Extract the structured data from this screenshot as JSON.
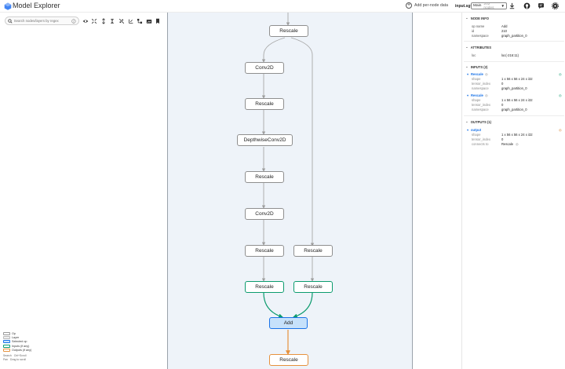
{
  "header": {
    "title": "Model Explorer",
    "add_data_label": "Add per-node data",
    "file_name": "input.sgf",
    "graph_select": {
      "value": "Main",
      "count": "202 nodes"
    }
  },
  "search": {
    "placeholder": "Search nodes/layers by regex"
  },
  "graph": {
    "nodes": [
      {
        "id": "rescale_top",
        "label": "Rescale",
        "kind": "op"
      },
      {
        "id": "conv2d_1",
        "label": "Conv2D",
        "kind": "op"
      },
      {
        "id": "rescale_2",
        "label": "Rescale",
        "kind": "op"
      },
      {
        "id": "depthwise",
        "label": "DepthwiseConv2D",
        "kind": "op"
      },
      {
        "id": "rescale_3",
        "label": "Rescale",
        "kind": "op"
      },
      {
        "id": "conv2d_2",
        "label": "Conv2D",
        "kind": "op"
      },
      {
        "id": "rescale_4l",
        "label": "Rescale",
        "kind": "op"
      },
      {
        "id": "rescale_4r",
        "label": "Rescale",
        "kind": "op"
      },
      {
        "id": "rescale_in_l",
        "label": "Rescale",
        "kind": "input"
      },
      {
        "id": "rescale_in_r",
        "label": "Rescale",
        "kind": "input"
      },
      {
        "id": "add",
        "label": "Add",
        "kind": "selected"
      },
      {
        "id": "rescale_out",
        "label": "Rescale",
        "kind": "output"
      }
    ]
  },
  "legend": {
    "items": [
      "Op",
      "Layer",
      "Selected op",
      "Inputs (if any)",
      "Outputs (if any)"
    ],
    "hints": [
      {
        "key": "Search",
        "desc": "Ctrl+Scroll"
      },
      {
        "key": "Pan",
        "desc": "Drag to scroll"
      }
    ]
  },
  "panel": {
    "node_info": {
      "title": "NODE INFO",
      "rows": [
        {
          "key": "op name",
          "value": "Add"
        },
        {
          "key": "id",
          "value": "210"
        },
        {
          "key": "namespace",
          "value": "graph_partition_0"
        }
      ]
    },
    "attributes": {
      "title": "ATTRIBUTES",
      "rows": [
        {
          "key": "loc",
          "value": "loc(-216:11)"
        }
      ]
    },
    "inputs": {
      "title": "INPUTS (2)",
      "items": [
        {
          "name": "Rescale",
          "rows": [
            {
              "key": "shape",
              "value": "1 x 56 x 56 x 24 x i32"
            },
            {
              "key": "tensor_index",
              "value": "0"
            },
            {
              "key": "namespace",
              "value": "graph_partition_0"
            }
          ]
        },
        {
          "name": "Rescale",
          "rows": [
            {
              "key": "shape",
              "value": "1 x 56 x 56 x 24 x i32"
            },
            {
              "key": "tensor_index",
              "value": "0"
            },
            {
              "key": "namespace",
              "value": "graph_partition_0"
            }
          ]
        }
      ]
    },
    "outputs": {
      "title": "OUTPUTS (1)",
      "items": [
        {
          "name": "output",
          "rows": [
            {
              "key": "shape",
              "value": "1 x 56 x 56 x 24 x i32"
            },
            {
              "key": "tensor_index",
              "value": "0"
            },
            {
              "key": "connects to",
              "value": "Rescale"
            }
          ]
        }
      ]
    }
  }
}
